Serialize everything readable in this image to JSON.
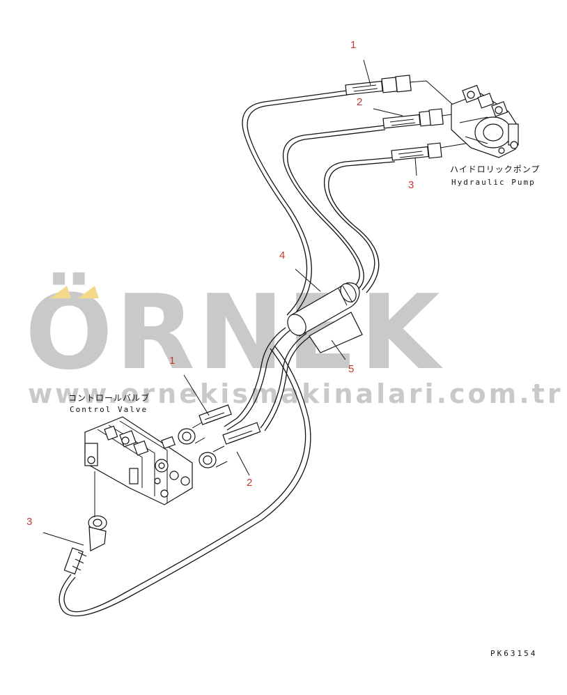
{
  "watermark": {
    "brand": "ÖRNEK",
    "url": "www.ornekismakinalari.com.tr",
    "accent_color": "#f5d98a",
    "text_color": "#c9c9c9"
  },
  "components": {
    "hydraulic_pump": {
      "label_jp": "ハイドロリックポンプ",
      "label_en": "Hydraulic Pump"
    },
    "control_valve": {
      "label_jp": "コントロールバルブ",
      "label_en": "Control Valve"
    }
  },
  "callouts": {
    "top_1": "1",
    "top_2": "2",
    "top_3": "3",
    "mid_4": "4",
    "mid_5": "5",
    "bottom_1": "1",
    "bottom_2": "2",
    "bottom_3": "3"
  },
  "callout_color": "#c0392b",
  "drawing_code": "PK63154"
}
